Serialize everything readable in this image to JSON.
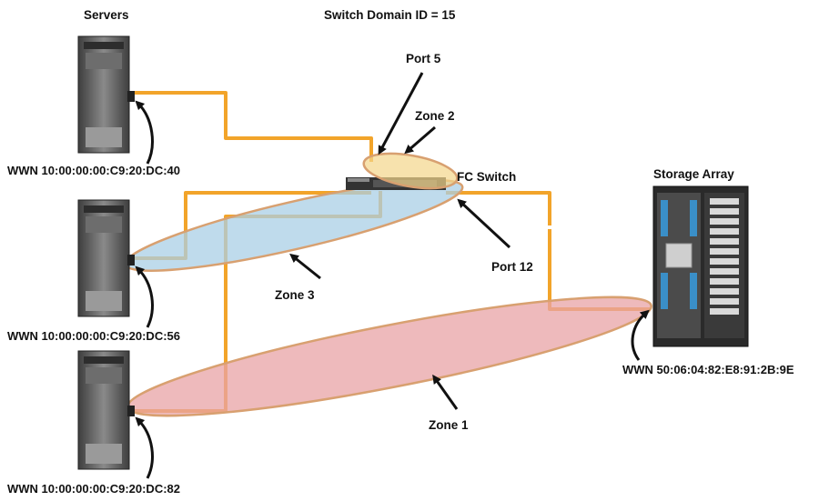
{
  "title": "Switch Domain ID = 15",
  "servers_label": "Servers",
  "storage_label": "Storage Array",
  "switch_label": "FC Switch",
  "ports": {
    "port5": "Port 5",
    "port12": "Port 12"
  },
  "zones": {
    "zone1": "Zone 1",
    "zone2": "Zone 2",
    "zone3": "Zone 3"
  },
  "wwn": {
    "server1": "WWN 10:00:00:00:C9:20:DC:40",
    "server2": "WWN 10:00:00:00:C9:20:DC:56",
    "server3": "WWN 10:00:00:00:C9:20:DC:82",
    "storage": "WWN 50:06:04:82:E8:91:2B:9E"
  },
  "colors": {
    "cable": "#F2A42A",
    "zone1_fill": "#E8A3A6",
    "zone2_fill": "#F4D58A",
    "zone3_fill": "#A9CFE6",
    "server_body": "#5A5A5A",
    "port_blue": "#3A8FC8"
  }
}
